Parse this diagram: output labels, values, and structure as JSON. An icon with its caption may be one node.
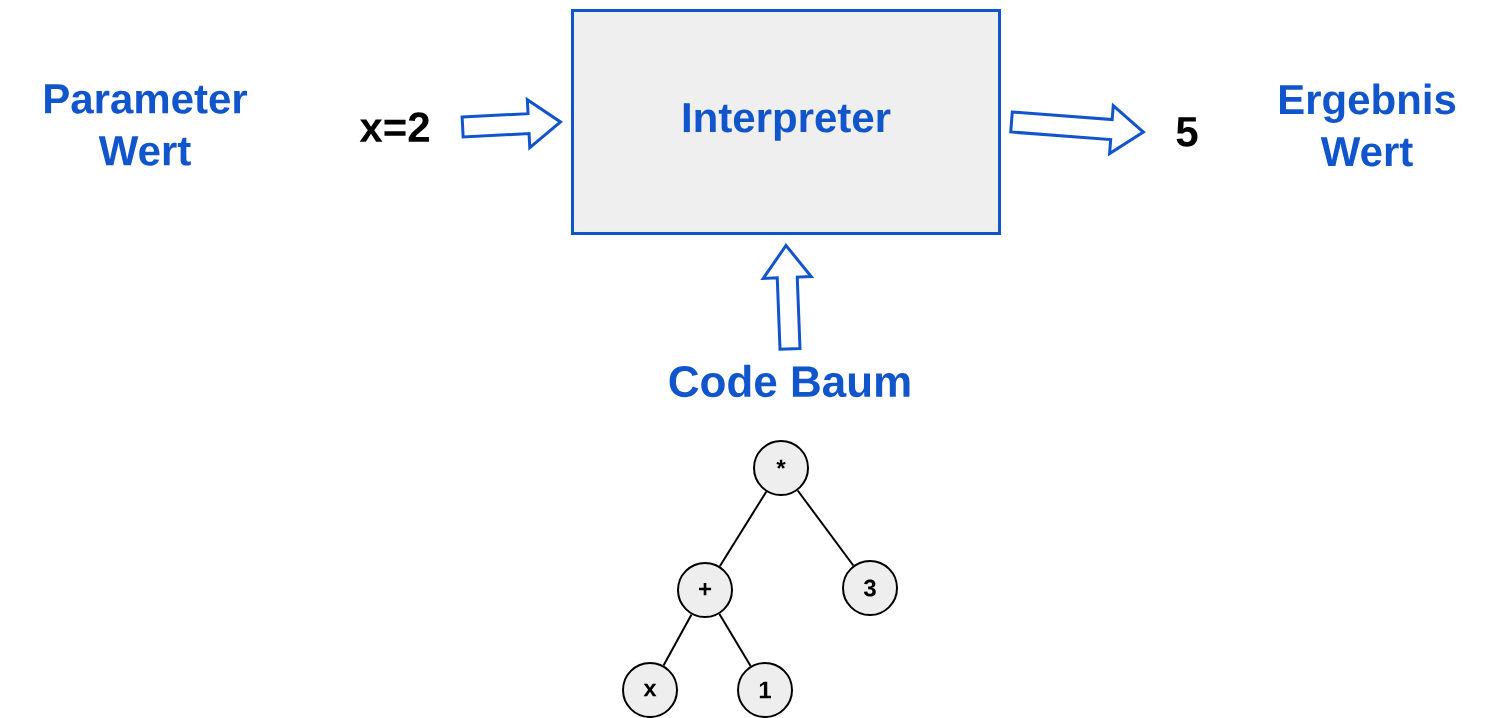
{
  "diagram": {
    "nodes": [
      {
        "text": [
          "x=2"
        ],
        "beside": [
          "Parameter Wert"
        ]
      },
      {
        "text": [
          "Interpreter"
        ]
      },
      {
        "text": [
          "5"
        ],
        "beside": [
          "Ergebnis Wert"
        ]
      },
      {
        "text": [
          "Code Baum"
        ]
      },
      {
        "text": [
          "*"
        ]
      },
      {
        "text": [
          "+"
        ]
      },
      {
        "text": [
          "3"
        ]
      },
      {
        "text": [
          "x"
        ]
      },
      {
        "text": [
          "1"
        ]
      }
    ],
    "edges": [
      {
        "from": 0,
        "to": 1,
        "arrow": "to",
        "color": "#1155cc"
      },
      {
        "from": 1,
        "to": 2,
        "arrow": "to",
        "color": "#1155cc"
      },
      {
        "from": 3,
        "to": 1,
        "arrow": "to",
        "color": "#1155cc"
      },
      {
        "from": 4,
        "to": 5,
        "arrow": "none"
      },
      {
        "from": 4,
        "to": 6,
        "arrow": "none"
      },
      {
        "from": 5,
        "to": 7,
        "arrow": "none"
      },
      {
        "from": 5,
        "to": 8,
        "arrow": "none"
      }
    ]
  }
}
